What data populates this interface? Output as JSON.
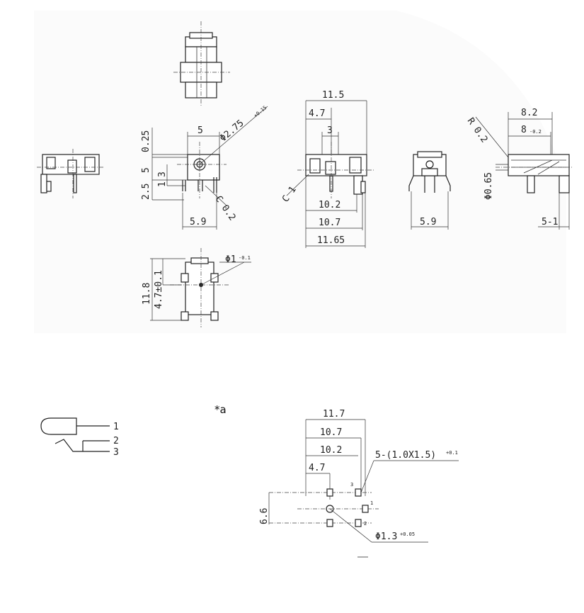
{
  "note_label": "*a",
  "dims": {
    "w_11_5": "11.5",
    "w_4_7": "4.7",
    "w_3": "3",
    "w_10_2": "10.2",
    "w_10_7": "10.7",
    "w_11_65": "11.65",
    "c1": "C 1",
    "v_5": "5",
    "v_0_25": "0.25",
    "v_5b": "5",
    "v_2_5": "2.5",
    "v_3": "3",
    "v_1": "1",
    "phi_2_75": "Φ2.75",
    "phi_2_75_tol": "+0.15",
    "c_0_2": "C 0.2",
    "w_5_9a": "5.9",
    "w_5_9b": "5.9",
    "r_0_2": "R 0.2",
    "w_8_2": "8.2",
    "w_8": "8",
    "w_8_tol": "-0.2",
    "phi_0_65": "Φ0.65",
    "w_5_1": "5-1",
    "phi_1": "Φ1",
    "phi_1_tol": "-0.1",
    "h_11_8": "11.8",
    "h_4_7": "4.7±0.1",
    "fp_11_7": "11.7",
    "fp_10_7": "10.7",
    "fp_10_2": "10.2",
    "fp_4_7": "4.7",
    "fp_holes": "5-(1.0X1.5)",
    "fp_holes_tol": "+0.1",
    "fp_6_6": "6.6",
    "fp_phi_1_3": "Φ1.3",
    "fp_phi_1_3_tol": "+0.05",
    "pin_1": "1",
    "pin_2": "2",
    "pin_3": "3",
    "fp_pin_1": "1",
    "fp_pin_2": "2",
    "fp_pin_3": "3"
  }
}
